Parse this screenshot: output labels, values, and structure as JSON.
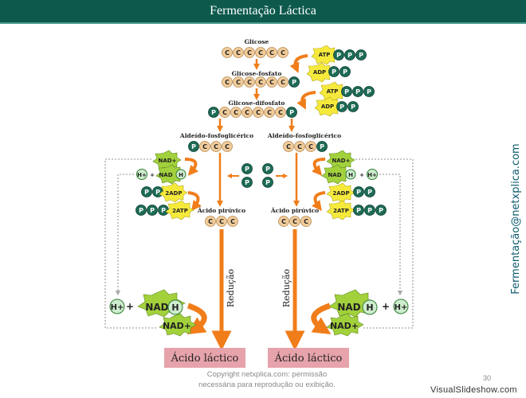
{
  "header": {
    "title": "Fermentação Láctica"
  },
  "diagram": {
    "glucose_label": "Glicose",
    "glucose_phosphate_label": "Glicose-fosfato",
    "glucose_diphosphate_label": "Glicose-difosfato",
    "pga_left_label": "Aldeído-fosfoglicérico",
    "pga_right_label": "Aldeído-fosfoglicérico",
    "pyruvic_left_label": "Ácido pirúvico",
    "pyruvic_right_label": "Ácido pirúvico",
    "reduction_left_label": "Redução",
    "reduction_right_label": "Redução",
    "product_left_label": "Ácido láctico",
    "product_right_label": "Ácido láctico",
    "carbon_symbol": "C",
    "phosphate_symbol": "P",
    "atp_label": "ATP",
    "adp_label": "ADP",
    "nad_plus_label": "NAD+",
    "nad_label": "NAD",
    "h_label": "H",
    "h_plus_label": "H+",
    "plus_sign": "+",
    "two_adp_label": "2ADP",
    "two_atp_label": "2ATP"
  },
  "side_label": "Fermentação@netxplica.com",
  "copyright": {
    "line1": "Copyright netxplica.com: permissão",
    "line2": "necessária para reprodução ou exibição."
  },
  "slide_number": "30",
  "watermark": "VisualSlideshow.com",
  "colors": {
    "header_bg": "#0d5a4d",
    "carbon_bead": "#f1cc9a",
    "phosphate_bead": "#1d6b56",
    "arrow": "#f07d1a",
    "energy_star": "#f5ea3c",
    "nad_star": "#a2d13c",
    "product_box": "#e6a3ab"
  }
}
